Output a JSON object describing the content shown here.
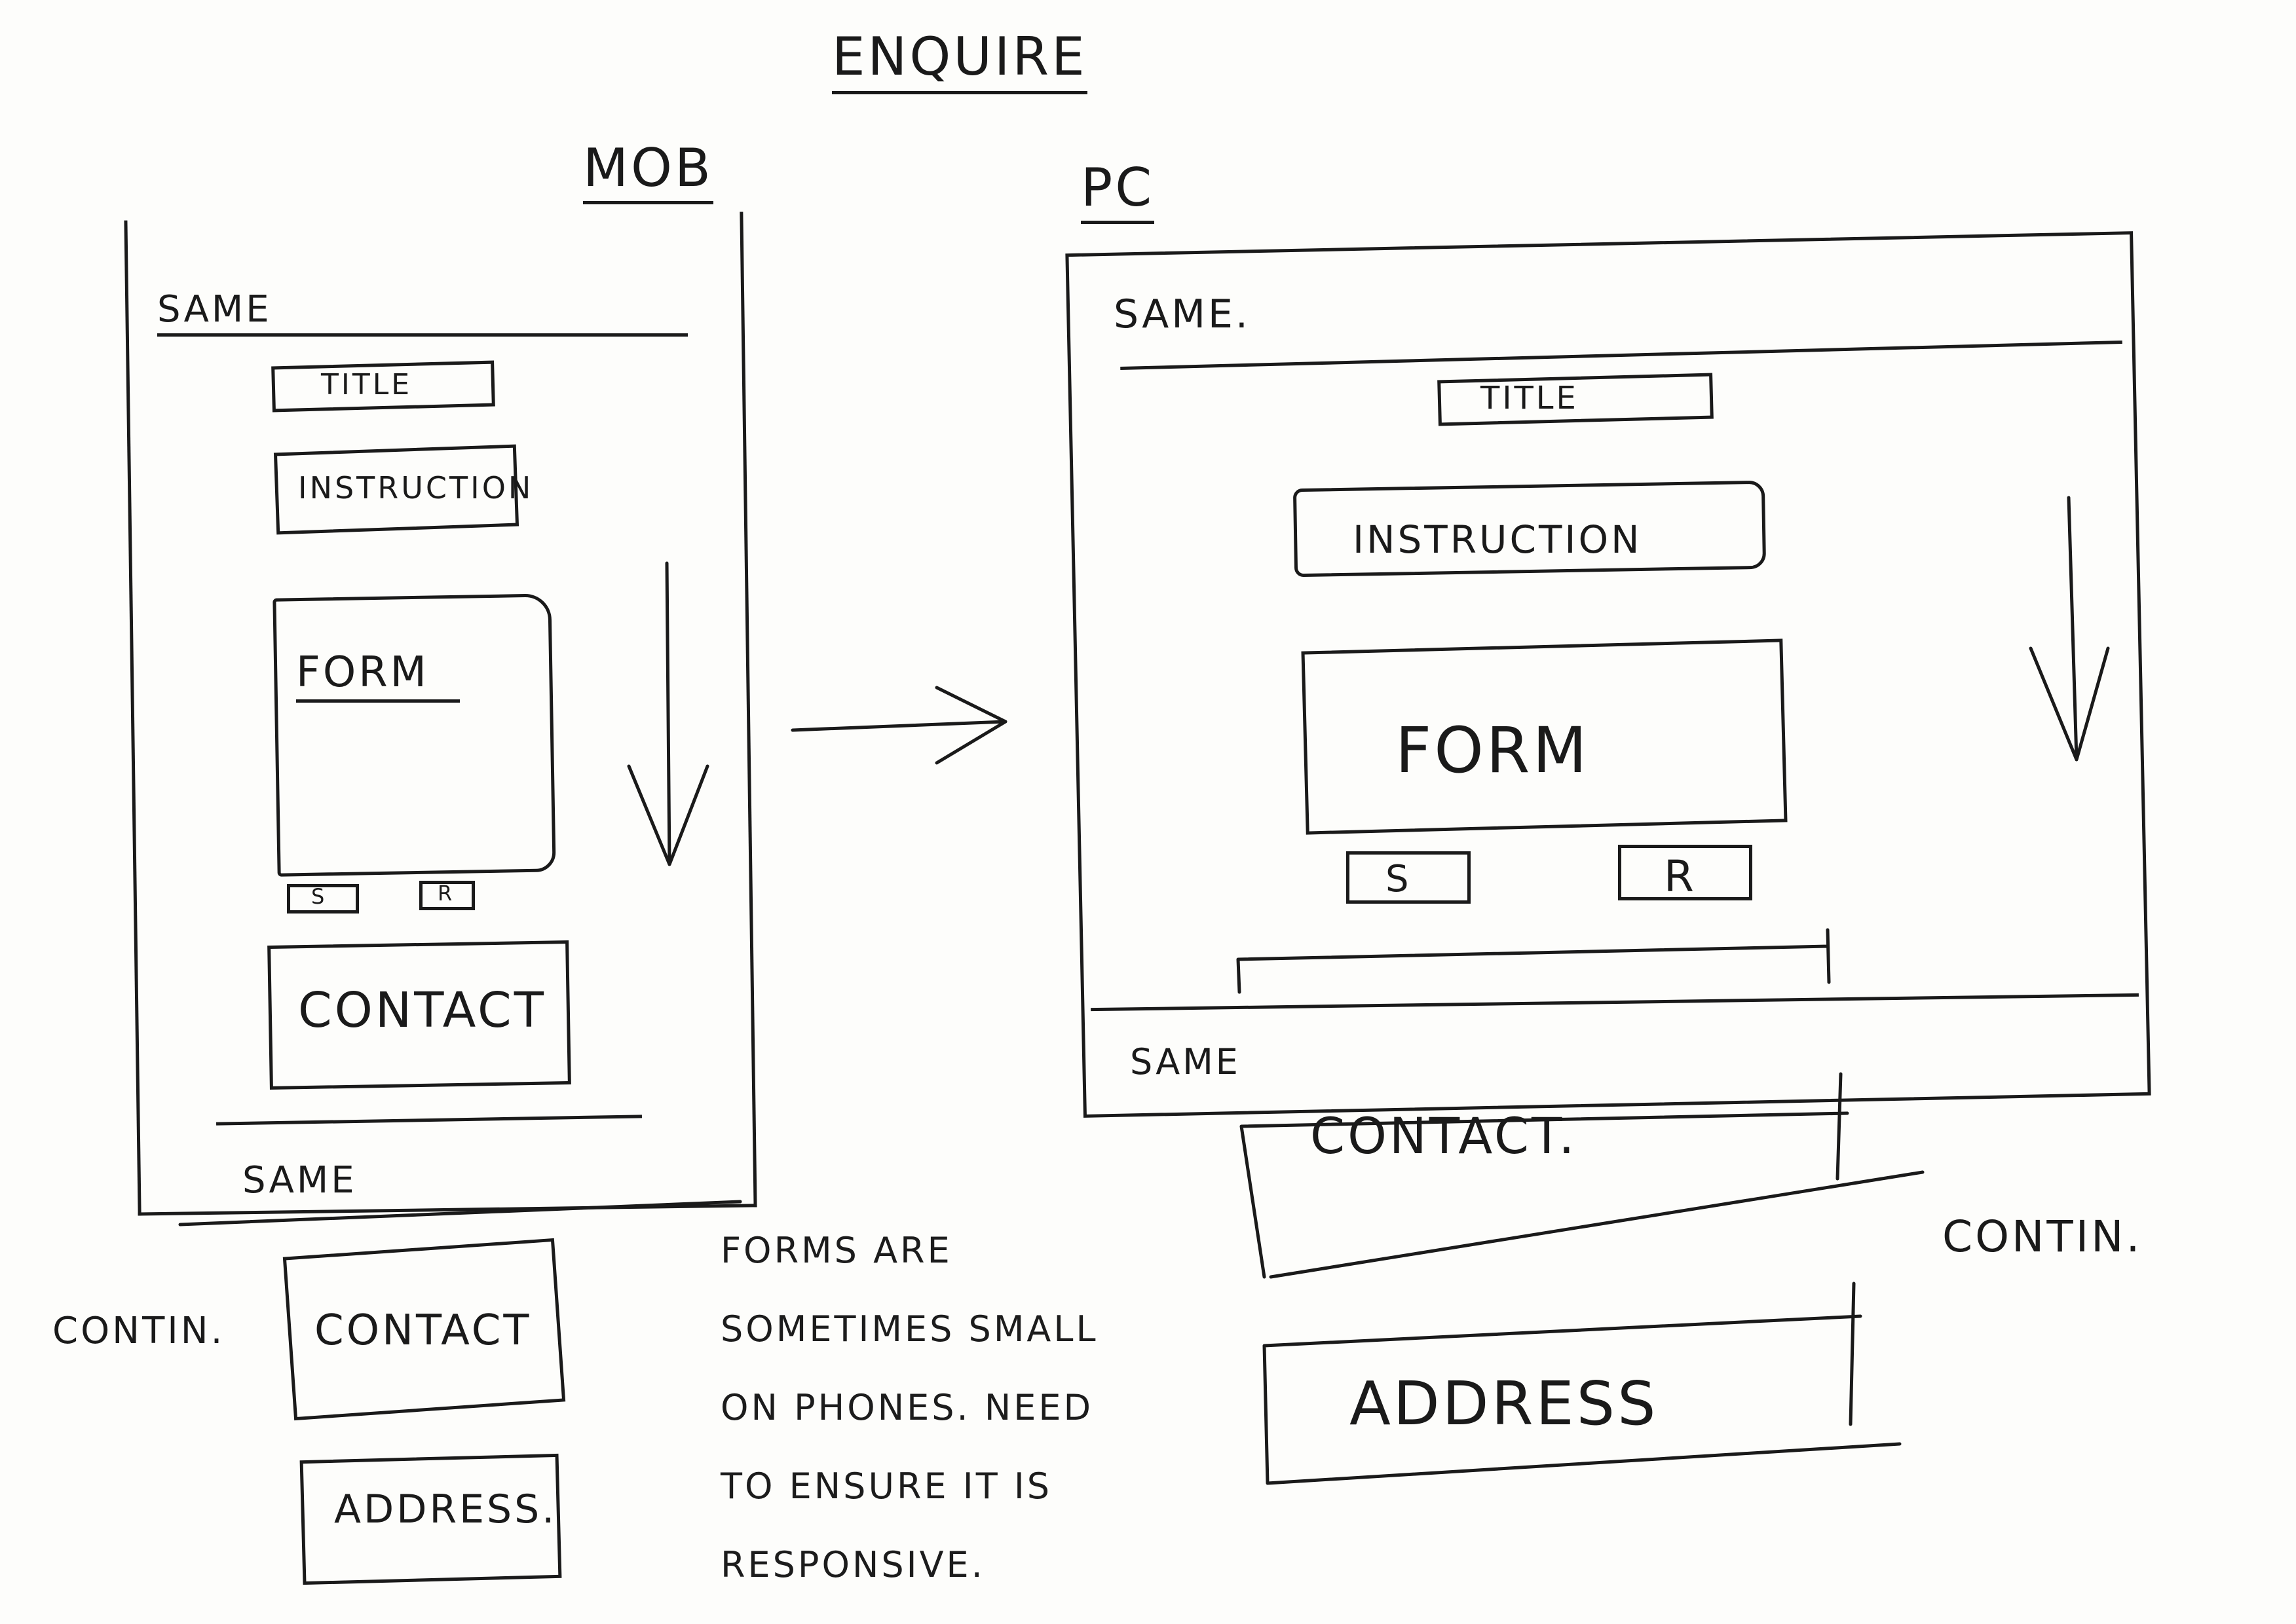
{
  "page_title": "ENQUIRE",
  "mobile": {
    "heading": "MOB",
    "header_label": "SAME",
    "title_label": "TITLE",
    "instruction_label": "INSTRUCTION",
    "form_label": "FORM",
    "submit_label": "S",
    "reset_label": "R",
    "contact_label": "CONTACT",
    "footer_label": "SAME",
    "continued": {
      "note": "CONTIN.",
      "contact_label": "CONTACT",
      "address_label": "ADDRESS."
    }
  },
  "pc": {
    "heading": "PC",
    "header_label": "SAME.",
    "title_label": "TITLE",
    "instruction_label": "INSTRUCTION",
    "form_label": "FORM",
    "submit_label": "S",
    "reset_label": "R",
    "footer_label": "SAME",
    "contact_label": "CONTACT.",
    "continued_note": "CONTIN.",
    "address_label": "ADDRESS"
  },
  "note_lines": [
    "FORMS ARE",
    "SOMETIMES SMALL",
    "ON PHONES. NEED",
    "TO ENSURE IT IS",
    "RESPONSIVE."
  ]
}
